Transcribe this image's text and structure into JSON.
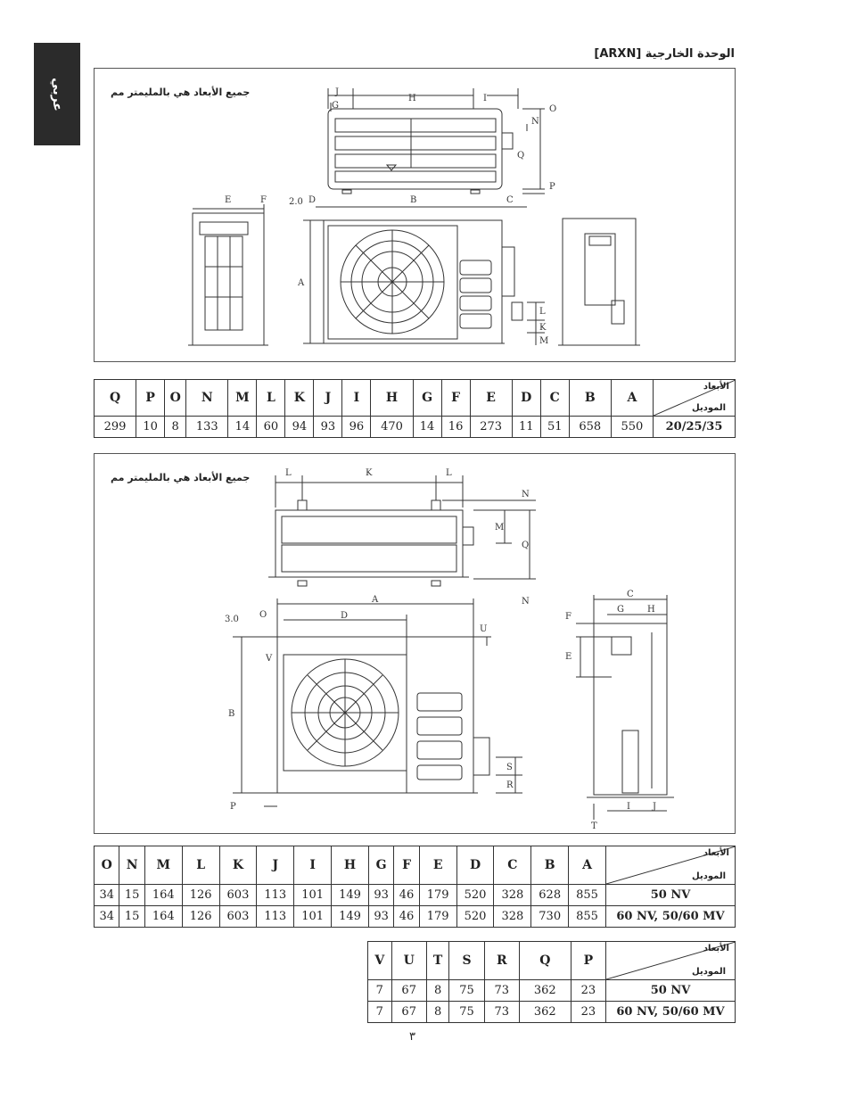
{
  "side_tab": "عربي",
  "page_title": "الوحدة الخارجية [ARXN]",
  "panel1": {
    "note": "جميع الأبعاد هي بالمليمتر مم",
    "labels": [
      "J",
      "H",
      "I",
      "G",
      "N",
      "O",
      "Q",
      "P",
      "E",
      "F",
      "2.0",
      "D",
      "B",
      "C",
      "A",
      "L",
      "K",
      "M"
    ]
  },
  "panel2": {
    "note": "جميع الأبعاد هي بالمليمتر مم",
    "labels": [
      "L",
      "K",
      "L",
      "N",
      "M",
      "Q",
      "N",
      "A",
      "3.0",
      "O",
      "D",
      "U",
      "V",
      "B",
      "P",
      "S",
      "R",
      "C",
      "F",
      "G",
      "H",
      "E",
      "I",
      "J",
      "T"
    ]
  },
  "table_header": {
    "dims": "الأبعاد",
    "model": "الموديل"
  },
  "table1": {
    "columns": [
      "Q",
      "P",
      "O",
      "N",
      "M",
      "L",
      "K",
      "J",
      "I",
      "H",
      "G",
      "F",
      "E",
      "D",
      "C",
      "B",
      "A"
    ],
    "rows": [
      {
        "model": "20/25/35",
        "values": [
          "299",
          "10",
          "8",
          "133",
          "14",
          "60",
          "94",
          "93",
          "96",
          "470",
          "14",
          "16",
          "273",
          "11",
          "51",
          "658",
          "550"
        ]
      }
    ]
  },
  "table2": {
    "columns": [
      "O",
      "N",
      "M",
      "L",
      "K",
      "J",
      "I",
      "H",
      "G",
      "F",
      "E",
      "D",
      "C",
      "B",
      "A"
    ],
    "rows": [
      {
        "model": "50 NV",
        "values": [
          "34",
          "15",
          "164",
          "126",
          "603",
          "113",
          "101",
          "149",
          "93",
          "46",
          "179",
          "520",
          "328",
          "628",
          "855"
        ]
      },
      {
        "model": "60 NV, 50/60 MV",
        "values": [
          "34",
          "15",
          "164",
          "126",
          "603",
          "113",
          "101",
          "149",
          "93",
          "46",
          "179",
          "520",
          "328",
          "730",
          "855"
        ]
      }
    ]
  },
  "table3": {
    "columns": [
      "V",
      "U",
      "T",
      "S",
      "R",
      "Q",
      "P"
    ],
    "rows": [
      {
        "model": "50 NV",
        "values": [
          "7",
          "67",
          "8",
          "75",
          "73",
          "362",
          "23"
        ]
      },
      {
        "model": "60 NV, 50/60 MV",
        "values": [
          "7",
          "67",
          "8",
          "75",
          "73",
          "362",
          "23"
        ]
      }
    ]
  },
  "page_number": "٣"
}
